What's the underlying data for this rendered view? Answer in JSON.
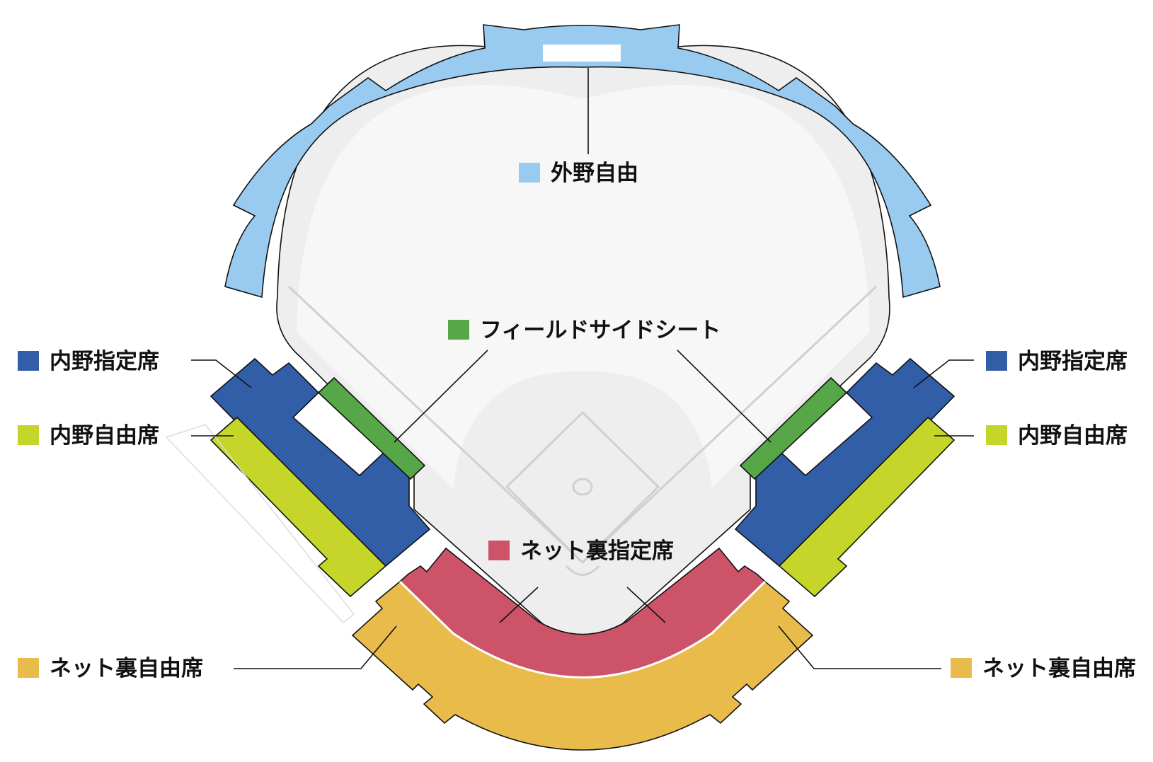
{
  "colors": {
    "outfield_free": "#99cbf1",
    "infield_reserved": "#325ea8",
    "infield_free": "#c6d52a",
    "field_side": "#57a648",
    "backnet_reserved": "#cd5369",
    "backnet_free": "#e8bb4a",
    "field": "#eeeeee",
    "lines": "#d0d0d0"
  },
  "legend": {
    "outfield_free": "外野自由",
    "field_side": "フィールドサイドシート",
    "infield_reserved_left": "内野指定席",
    "infield_free_left": "内野自由席",
    "infield_reserved_right": "内野指定席",
    "infield_free_right": "内野自由席",
    "backnet_reserved": "ネット裏指定席",
    "backnet_free_left": "ネット裏自由席",
    "backnet_free_right": "ネット裏自由席"
  }
}
